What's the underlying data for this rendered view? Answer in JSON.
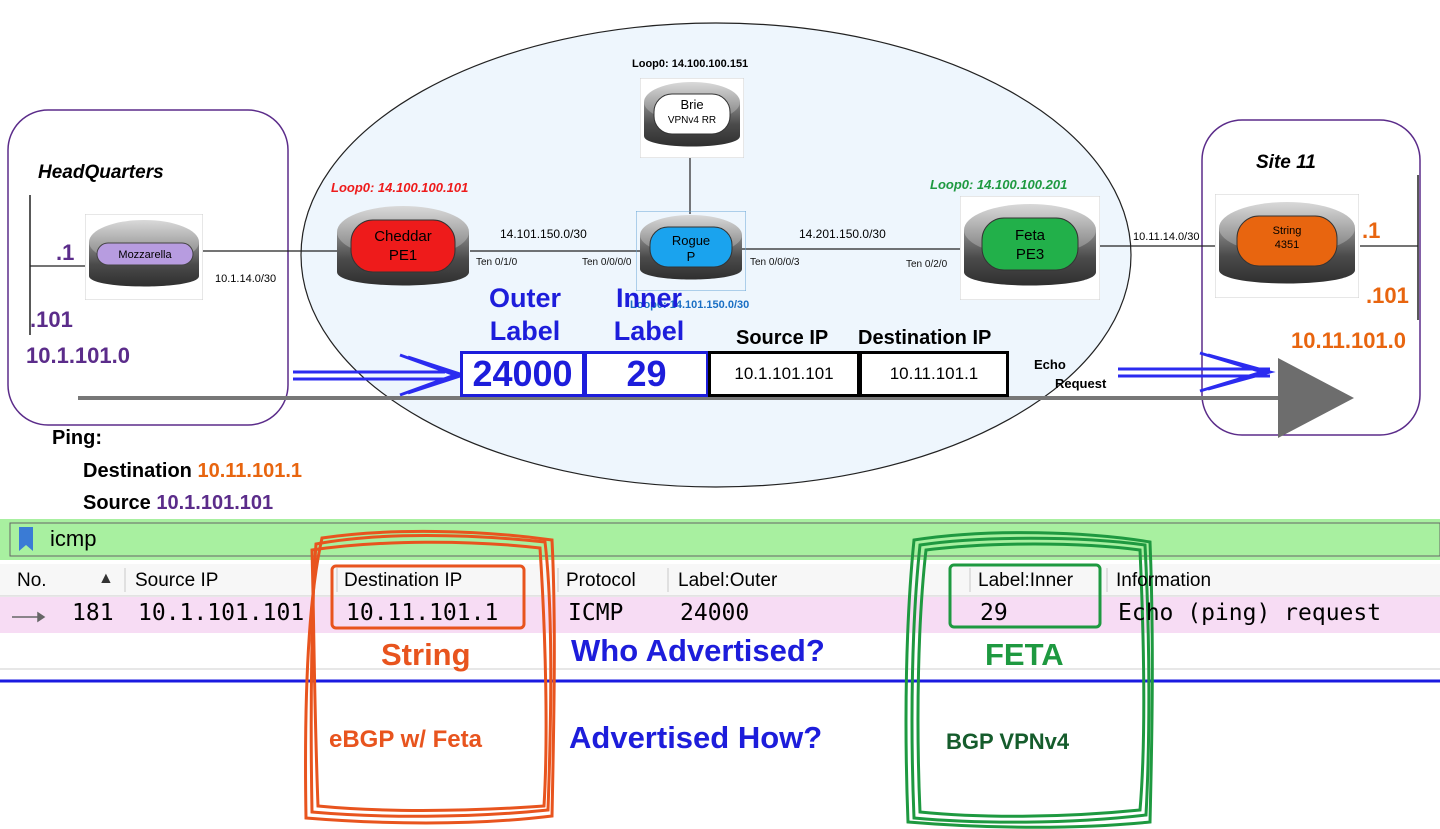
{
  "diagram": {
    "headquarters": {
      "title": "HeadQuarters",
      "host_dot": ".1",
      "host_ip_suffix": ".101",
      "subnet": "10.1.101.0"
    },
    "site11": {
      "title": "Site 11",
      "host_dot": ".1",
      "host_ip_suffix": ".101",
      "subnet": "10.11.101.0"
    },
    "routers": {
      "mozzarella": {
        "name": "Mozzarella",
        "color": "#b79ce0"
      },
      "cheddar": {
        "line1": "Cheddar",
        "line2": "PE1",
        "loop": "Loop0: 14.100.100.101",
        "color": "#ee1b1b"
      },
      "rogue": {
        "line1": "Rogue",
        "line2": "P",
        "loop": "Loop0: 14.101.150.0/30",
        "color": "#1aa3ee"
      },
      "brie": {
        "line1": "Brie",
        "line2": "VPNv4 RR",
        "loop": "Loop0: 14.100.100.151",
        "color": "#ffffff"
      },
      "feta": {
        "line1": "Feta",
        "line2": "PE3",
        "loop": "Loop0: 14.100.100.201",
        "color": "#22b04a"
      },
      "string": {
        "line1": "String",
        "line2": "4351",
        "color": "#e8650f"
      }
    },
    "links": {
      "hq_cheddar": "10.1.14.0/30",
      "cheddar_rogue": "14.101.150.0/30",
      "rogue_feta": "14.201.150.0/30",
      "feta_string": "10.11.14.0/30"
    },
    "interfaces": {
      "cheddar_ten": "Ten 0/1/0",
      "rogue_ten_left": "Ten 0/0/0/0",
      "rogue_ten_right": "Ten 0/0/0/3",
      "feta_ten": "Ten 0/2/0"
    },
    "packet": {
      "outer_title_1": "Outer",
      "outer_title_2": "Label",
      "inner_title_1": "Inner",
      "inner_title_2": "Label",
      "src_title": "Source IP",
      "dst_title": "Destination IP",
      "outer_value": "24000",
      "inner_value": "29",
      "src_value": "10.1.101.101",
      "dst_value": "10.11.101.1",
      "echo_1": "Echo",
      "echo_2": "Request"
    },
    "ping": {
      "title": "Ping:",
      "dest_label": "Destination",
      "dest_value": "10.11.101.1",
      "src_label": "Source",
      "src_value": "10.1.101.101"
    }
  },
  "capture": {
    "filter_value": "icmp",
    "columns": [
      "No.",
      "Source IP",
      "Destination IP",
      "Protocol",
      "Label:Outer",
      "Label:Inner",
      "Information"
    ],
    "sort_indicator": "▲",
    "row": {
      "no": "181",
      "source": "10.1.101.101",
      "destination": "10.11.101.1",
      "protocol": "ICMP",
      "outer": "24000",
      "inner": "29",
      "info": "Echo (ping) request"
    },
    "annotations": {
      "who_question": "Who Advertised?",
      "how_question": "Advertised How?",
      "dest_who": "String",
      "dest_how": "eBGP w/ Feta",
      "inner_who": "FETA",
      "inner_how": "BGP VPNv4"
    }
  }
}
